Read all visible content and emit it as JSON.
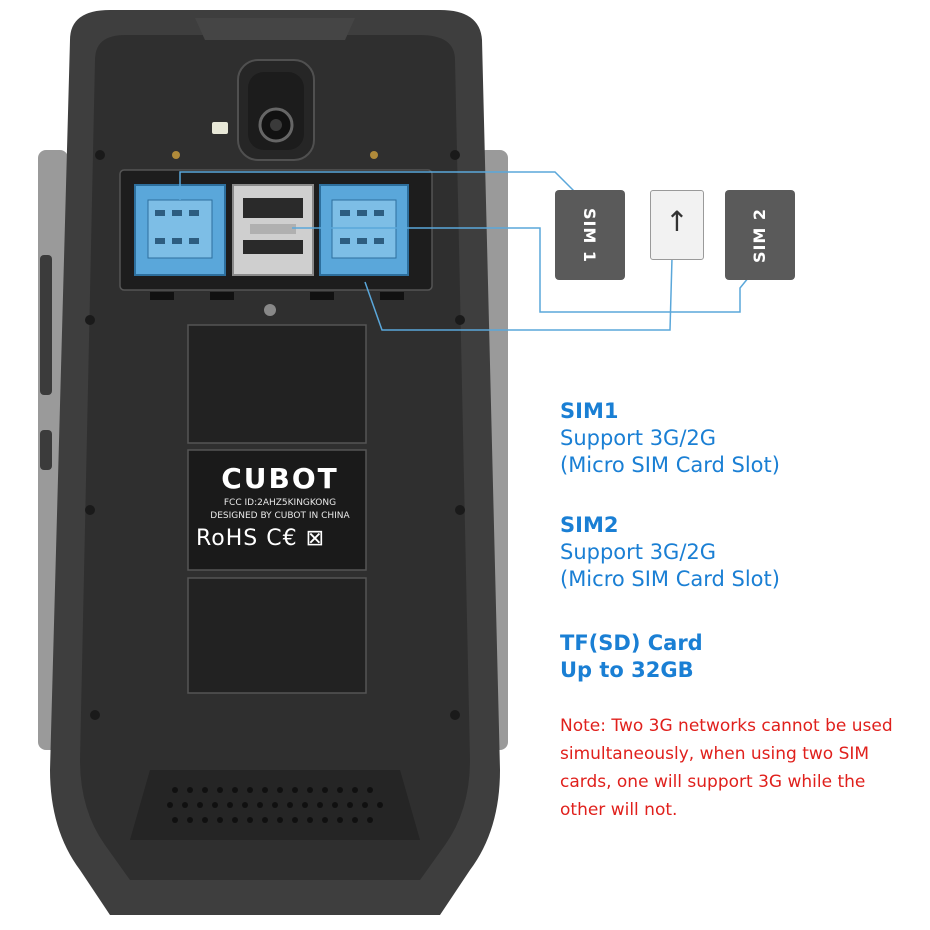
{
  "accent_color": "#1a7fd4",
  "note_color": "#e0201c",
  "cards": {
    "sim1_label": "SIM 1",
    "sim2_label": "SIM 2",
    "tf_arrow": "↑"
  },
  "phone": {
    "logo": "CUBOT",
    "fcc": "FCC ID:2AHZ5KINGKONG",
    "designed": "DESIGNED BY CUBOT IN CHINA",
    "certifications": "RoHS C€ ⊠"
  },
  "info": {
    "sim1": {
      "title": "SIM1",
      "line1": "Support 3G/2G",
      "line2": "(Micro SIM Card Slot)"
    },
    "sim2": {
      "title": "SIM2",
      "line1": "Support 3G/2G",
      "line2": "(Micro SIM Card Slot)"
    },
    "tf": {
      "title": "TF(SD) Card",
      "line1": "Up to 32GB"
    }
  },
  "note": "Note: Two 3G networks cannot be used simultaneously, when using two SIM cards, one will support 3G while the other will not."
}
